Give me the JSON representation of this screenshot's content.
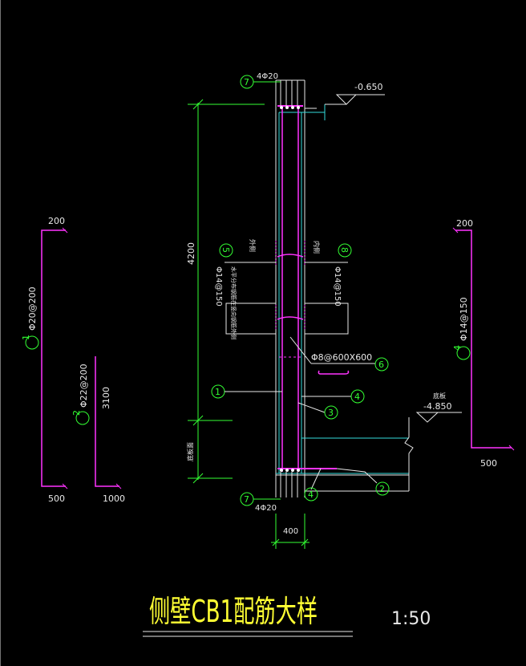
{
  "drawing": {
    "title": "侧壁CB1配筋大样",
    "scale": "1:50",
    "elev_top": "-0.650",
    "elev_bottom": "-4.850",
    "elev_bottom_label": "底板",
    "top_bars": "4Φ20",
    "bottom_bars": "4Φ20",
    "wall_thickness": "400",
    "height_upper": "4200",
    "side_outer": "外侧",
    "side_inner": "内侧",
    "note_left": "水平分布钢筋在竖向钢筋外侧",
    "note_bottom_left": "底板面",
    "tie_bars": "Φ8@600X600",
    "left_vert_bar": "Φ14@150",
    "right_vert_bar": "Φ14@150",
    "markers": {
      "m1": "1",
      "m2": "2",
      "m3": "3",
      "m4": "4",
      "m5": "5",
      "m6": "6",
      "m7": "7",
      "m8": "8"
    },
    "bar1": {
      "label": "Φ20@200",
      "top": "200",
      "bottom": "500"
    },
    "bar2": {
      "label": "Φ22@200",
      "len": "3100",
      "bottom": "1000"
    },
    "bar4": {
      "label": "Φ14@150",
      "top": "200",
      "bottom": "500"
    }
  }
}
